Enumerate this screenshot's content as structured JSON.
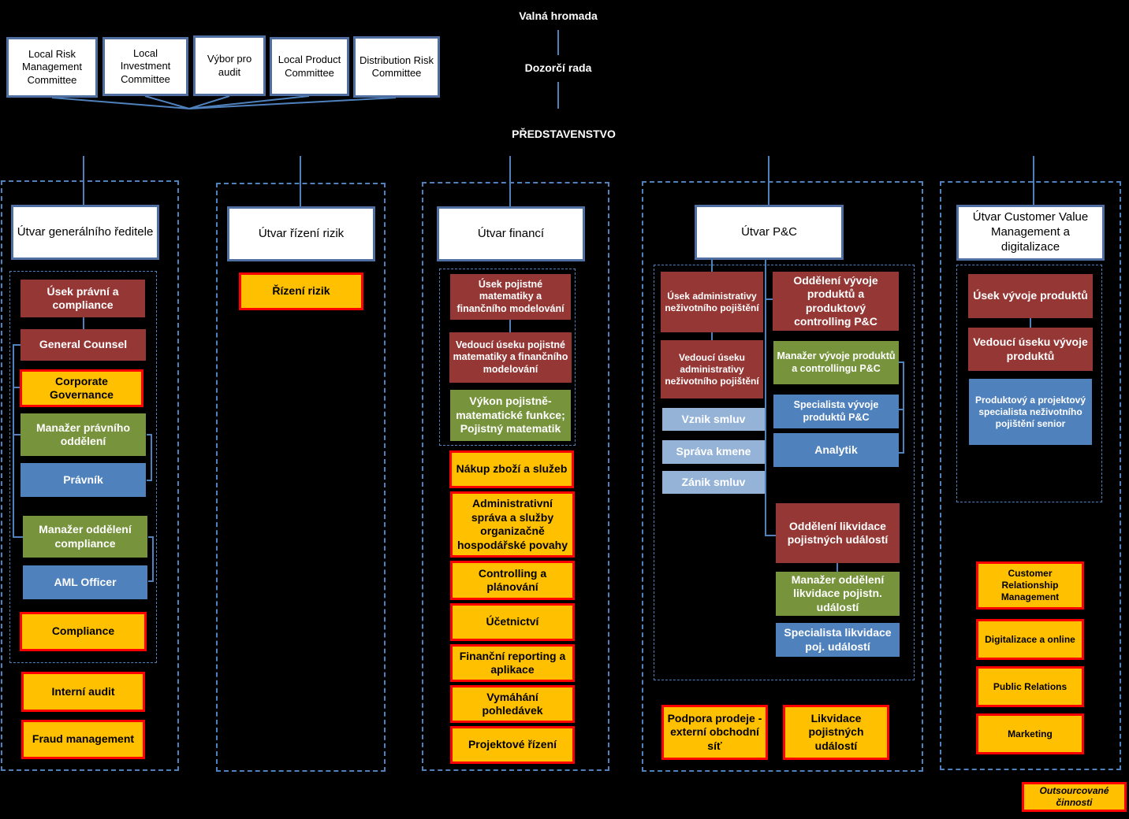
{
  "top": {
    "general_meeting": "Valná hromada",
    "supervisory_board": "Dozorčí rada",
    "board": "PŘEDSTAVENSTVO"
  },
  "committees": [
    "Local Risk Management Committee",
    "Local Investment Committee",
    "Výbor pro audit",
    "Local Product Committee",
    "Distribution Risk Committee"
  ],
  "ceo": {
    "title": "Útvar generálního ředitele",
    "items": [
      "Úsek právní a compliance",
      "General Counsel",
      "Corporate Governance",
      "Manažer právního oddělení",
      "Právník",
      "Manažer oddělení compliance",
      "AML Officer",
      "Compliance",
      "Interní audit",
      "Fraud management"
    ]
  },
  "risk": {
    "title": "Útvar řízení rizik",
    "items": [
      "Řízení rizik"
    ]
  },
  "finance": {
    "title": "Útvar financí",
    "items": [
      "Úsek pojistné matematiky a finančního modelování",
      "Vedoucí úseku pojistné matematiky a finančního modelování",
      "Výkon pojistně-matematické funkce; Pojistný matematik",
      "Nákup zboží a služeb",
      "Administrativní správa a služby organizačně hospodářské povahy",
      "Controlling a plánování",
      "Účetnictví",
      "Finanční reporting a aplikace",
      "Vymáhání pohledávek",
      "Projektové řízení"
    ]
  },
  "pc": {
    "title": "Útvar P&C",
    "items": [
      "Úsek administrativy neživotního pojištění",
      "Vedoucí úseku administrativy neživotního pojištění",
      "Vznik smluv",
      "Správa kmene",
      "Zánik smluv",
      "Oddělení vývoje produktů a produktový controlling P&C",
      "Manažer vývoje produktů a controllingu P&C",
      "Specialista vývoje produktů P&C",
      "Analytik",
      "Oddělení likvidace pojistných událostí",
      "Manažer oddělení likvidace pojistn. událostí",
      "Specialista likvidace poj. událostí",
      "Podpora prodeje - externí obchodní síť",
      "Likvidace pojistných událostí"
    ]
  },
  "cvm": {
    "title": "Útvar Customer Value Management a digitalizace",
    "items": [
      "Úsek vývoje produktů",
      "Vedoucí úseku vývoje produktů",
      "Produktový a projektový specialista neživotního pojištění senior",
      "Customer Relationship Management",
      "Digitalizace a online",
      "Public Relations",
      "Marketing"
    ]
  },
  "legend": {
    "outsourced": "Outsourcované činnosti"
  },
  "colors": {
    "background": "#000000",
    "dark_red": "#953735",
    "green": "#77933c",
    "blue": "#4f81bd",
    "light_blue": "#95b3d7",
    "outsourced_fill": "#ffc000",
    "outsourced_border": "#ff0000"
  }
}
